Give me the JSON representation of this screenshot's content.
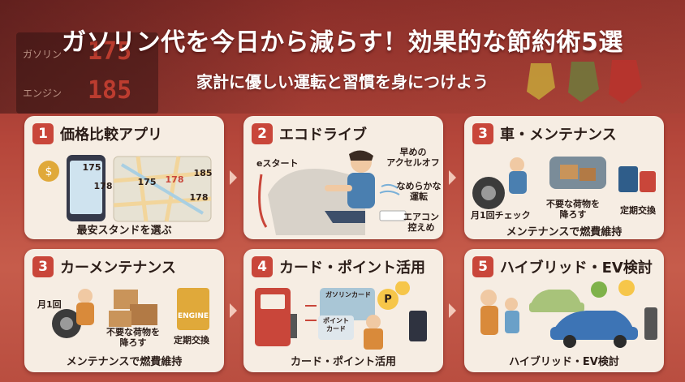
{
  "title": "ガソリン代を今日から減らす！効果的な節約術5選",
  "subtitle": "家計に優しい運転と習慣を身につけよう",
  "background_board": {
    "rows": [
      {
        "label": "ガソリン",
        "price": "175"
      },
      {
        "label": "エンジン",
        "price": "185"
      }
    ]
  },
  "cards": [
    {
      "number": "1",
      "title": "価格比較アプリ",
      "caption": "最安スタンドを選ぶ",
      "map_pins": [
        "175",
        "178",
        "175",
        "178",
        "185",
        "178"
      ]
    },
    {
      "number": "2",
      "title": "エコドライブ",
      "caption": "",
      "labels": {
        "estart": "eスタート",
        "accel_off": "早めの\nアクセルオフ",
        "smooth": "なめらかな\n運転",
        "aircon": "エアコン\n控えめ"
      }
    },
    {
      "number": "3",
      "title": "車・メンテナンス",
      "caption": "メンテナンスで燃費維持",
      "labels": {
        "monthly": "月1回チェック",
        "remove": "不要な荷物を\n降ろす",
        "regular": "定期交換"
      }
    },
    {
      "number": "3",
      "title": "カーメンテナンス",
      "caption": "メンテナンスで燃費維持",
      "labels": {
        "monthly": "月1回",
        "remove": "不要な荷物を\n降ろす",
        "regular": "定期交換",
        "engine": "ENGINE"
      }
    },
    {
      "number": "4",
      "title": "カード・ポイント活用",
      "caption": "カード・ポイント活用",
      "labels": {
        "gas_card": "ガソリンカード",
        "point_card": "ポイント\nカード",
        "coin": "P"
      }
    },
    {
      "number": "5",
      "title": "ハイブリッド・EV検討",
      "caption": "ハイブリッド・EV検討"
    }
  ],
  "colors": {
    "accent": "#c9463a",
    "card_bg": "#f6ede3",
    "text_dark": "#2b1d18"
  }
}
